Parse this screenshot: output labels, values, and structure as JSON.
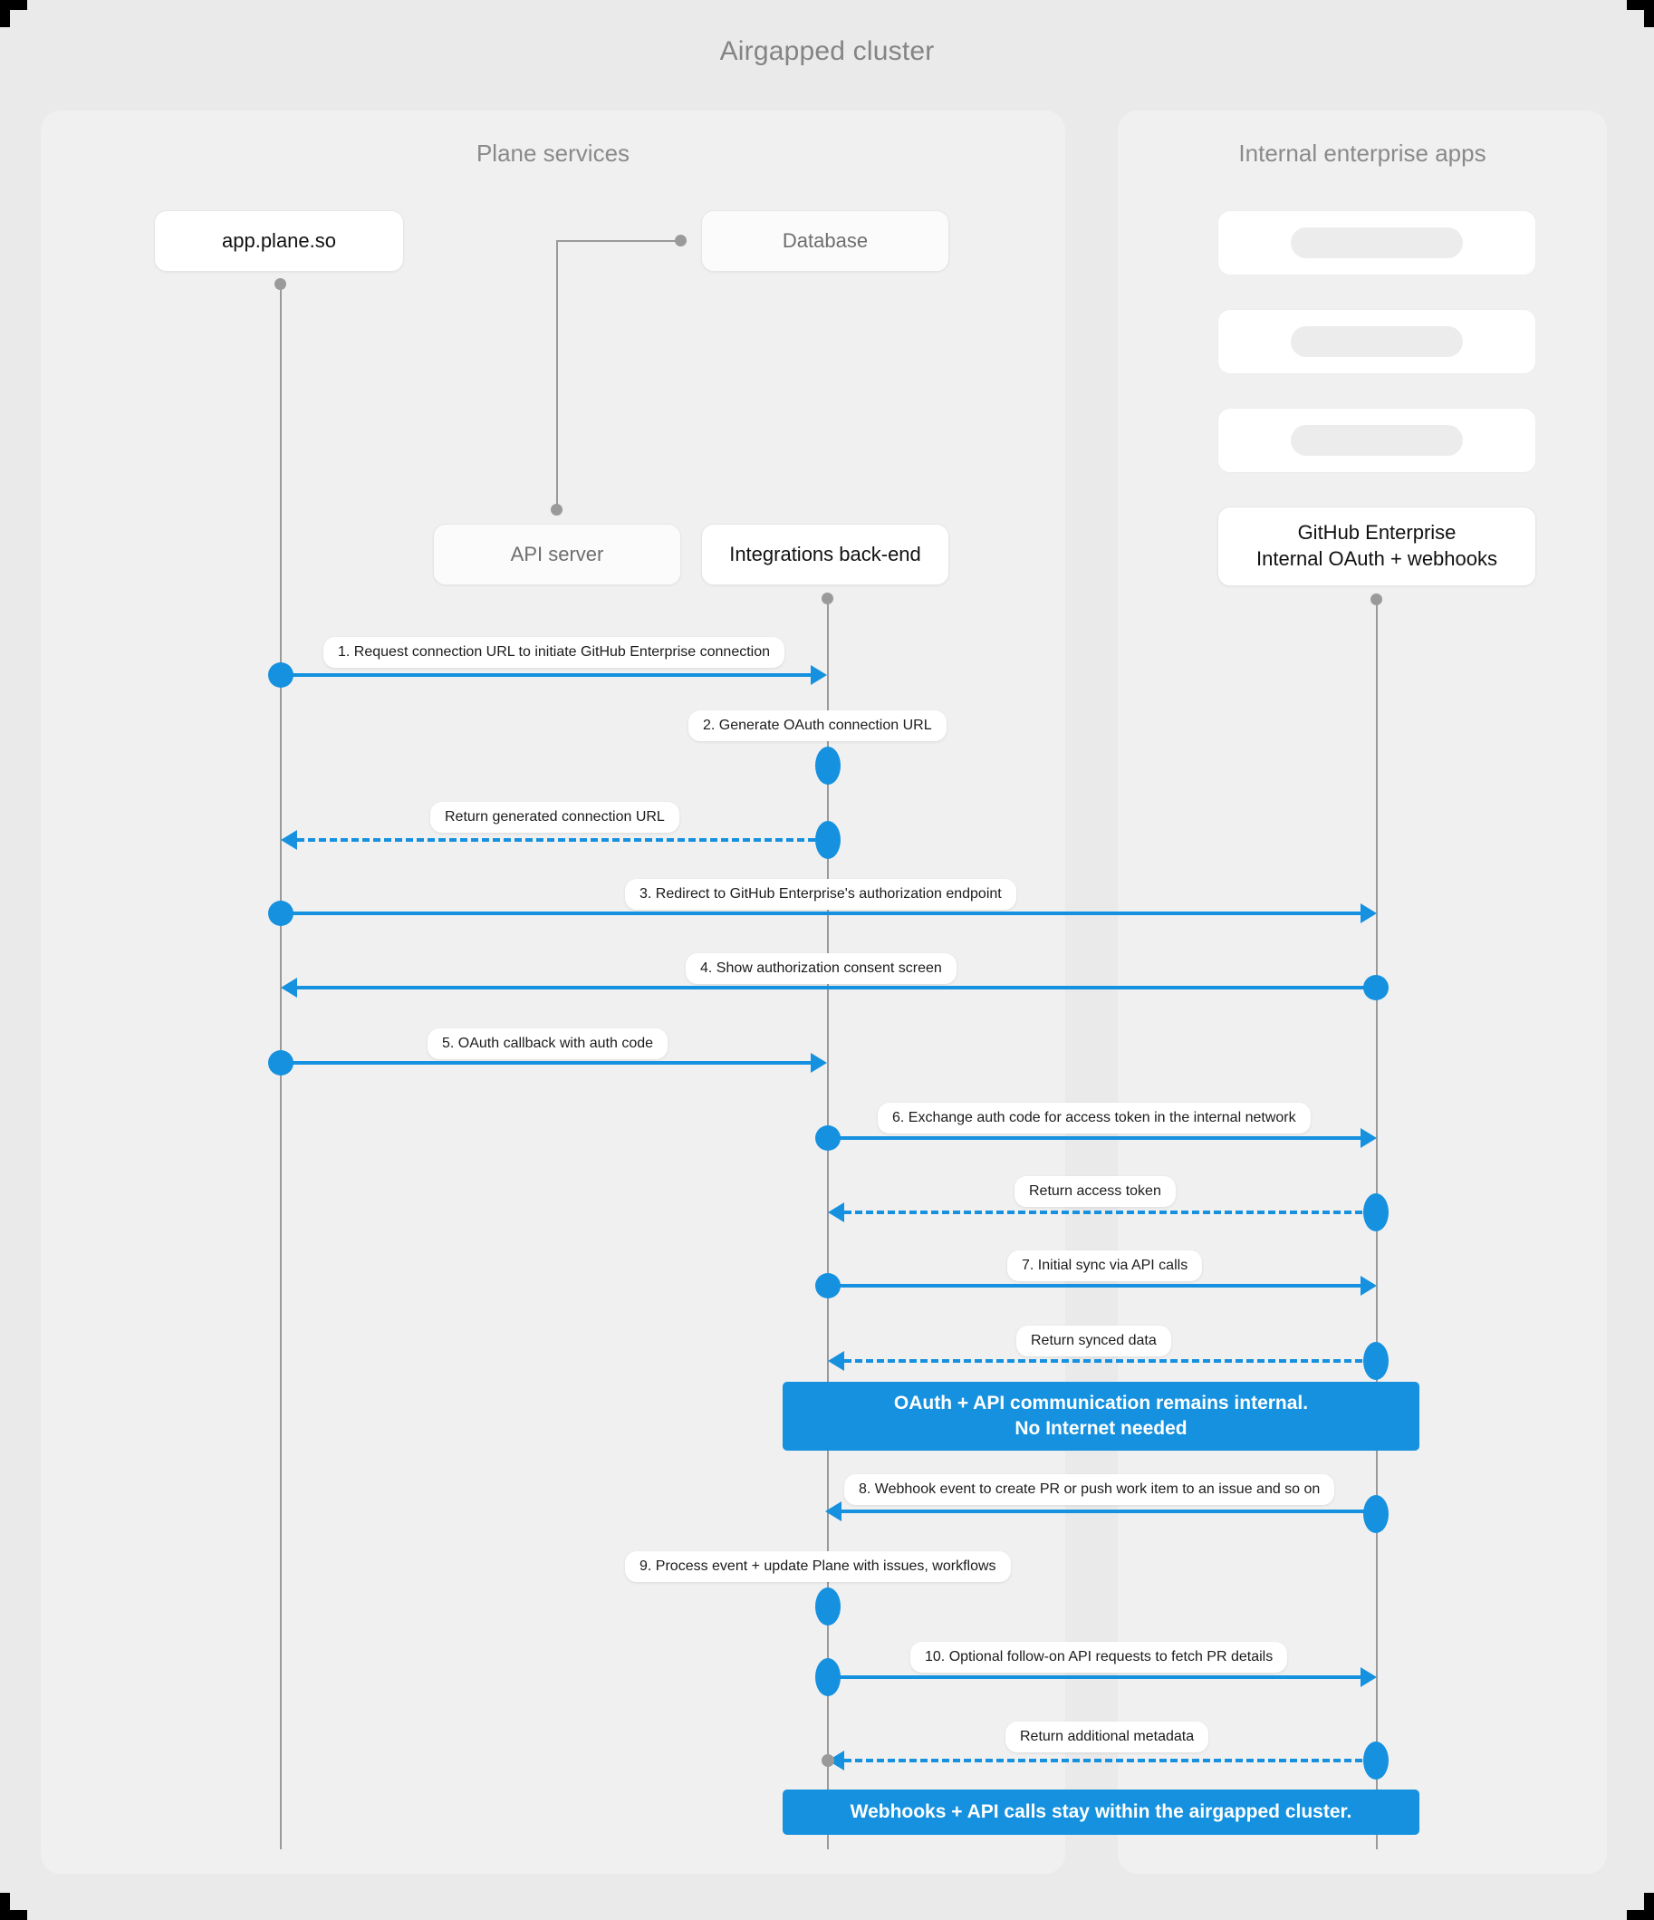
{
  "diagram": {
    "title": "Airgapped cluster",
    "type": "sequence-diagram",
    "accent_color": "#1591df",
    "background_color": "#eaeaea",
    "panel_color": "#f0f0f0"
  },
  "panels": [
    {
      "id": "plane",
      "title": "Plane services"
    },
    {
      "id": "enterprise",
      "title": "Internal enterprise apps"
    }
  ],
  "participants": [
    {
      "id": "app",
      "label": "app.plane.so",
      "panel": "plane"
    },
    {
      "id": "db",
      "label": "Database",
      "panel": "plane"
    },
    {
      "id": "api",
      "label": "API server",
      "panel": "plane"
    },
    {
      "id": "intg",
      "label": "Integrations back-end",
      "panel": "plane"
    },
    {
      "id": "ghost1",
      "label": "",
      "panel": "enterprise"
    },
    {
      "id": "ghost2",
      "label": "",
      "panel": "enterprise"
    },
    {
      "id": "ghost3",
      "label": "",
      "panel": "enterprise"
    },
    {
      "id": "ghe",
      "label": "GitHub Enterprise\nInternal OAuth + webhooks",
      "line1": "GitHub Enterprise",
      "line2": "Internal OAuth + webhooks",
      "panel": "enterprise"
    }
  ],
  "messages": [
    {
      "n": 1,
      "label": "1. Request connection URL to initiate GitHub Enterprise connection",
      "from": "app",
      "to": "intg",
      "style": "solid"
    },
    {
      "n": 2,
      "label": "2. Generate OAuth connection URL",
      "from": "intg",
      "to": "intg",
      "style": "self"
    },
    {
      "n": 3,
      "label": "Return generated connection URL",
      "from": "intg",
      "to": "app",
      "style": "dashed"
    },
    {
      "n": 4,
      "label": "3. Redirect to GitHub Enterprise's authorization endpoint",
      "from": "app",
      "to": "ghe",
      "style": "solid"
    },
    {
      "n": 5,
      "label": "4. Show authorization consent screen",
      "from": "ghe",
      "to": "app",
      "style": "solid"
    },
    {
      "n": 6,
      "label": "5. OAuth callback with auth code",
      "from": "app",
      "to": "intg",
      "style": "solid"
    },
    {
      "n": 7,
      "label": "6. Exchange auth code for access token in the internal network",
      "from": "intg",
      "to": "ghe",
      "style": "solid"
    },
    {
      "n": 8,
      "label": "Return access token",
      "from": "ghe",
      "to": "intg",
      "style": "dashed"
    },
    {
      "n": 9,
      "label": "7. Initial sync via API calls",
      "from": "intg",
      "to": "ghe",
      "style": "solid"
    },
    {
      "n": 10,
      "label": "Return synced data",
      "from": "ghe",
      "to": "intg",
      "style": "dashed"
    },
    {
      "n": 11,
      "label": "8. Webhook event to create PR  or push work item to an issue  and so on",
      "from": "ghe",
      "to": "intg",
      "style": "solid"
    },
    {
      "n": 12,
      "label": "9. Process event + update Plane with issues, workflows",
      "from": "intg",
      "to": "intg",
      "style": "self"
    },
    {
      "n": 13,
      "label": "10. Optional follow-on API requests to fetch PR details",
      "from": "intg",
      "to": "ghe",
      "style": "solid"
    },
    {
      "n": 14,
      "label": "Return additional metadata",
      "from": "ghe",
      "to": "intg",
      "style": "dashed"
    }
  ],
  "notes": [
    {
      "id": "note1",
      "line1": "OAuth + API communication remains internal.",
      "line2": "No Internet needed"
    },
    {
      "id": "note2",
      "line1": "Webhooks + API calls stay within the airgapped cluster.",
      "line2": ""
    }
  ]
}
